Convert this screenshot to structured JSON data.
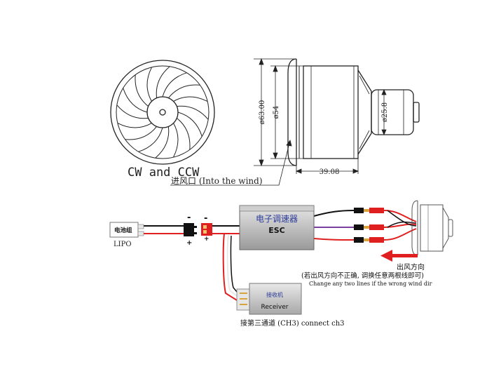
{
  "drawing": {
    "caption_rotation": "CW and CCW",
    "caption_inlet": "进风口 (Into the wind)",
    "dimensions": {
      "outer_diameter": "ø63.00",
      "inner_diameter": "ø54",
      "motor_diameter": "ø25.8",
      "length": "39.08"
    }
  },
  "wiring": {
    "battery_label": "电池组",
    "battery_caption": "LIPO",
    "esc_title": "电子调速器",
    "esc_subtitle": "ESC",
    "receiver_title": "接收机",
    "receiver_subtitle": "Receiver",
    "receiver_caption": "接第三通道 (CH3) connect ch3",
    "polarity_minus": "-",
    "polarity_plus": "+",
    "wind_direction_label": "出风方向",
    "note_cn": "(若出风方向不正确, 调换任意两根线即可)",
    "note_en": "Change any two lines if the wrong wind dir",
    "colors": {
      "red": "#e02020",
      "black": "#111111",
      "purple": "#7a3fa0",
      "white": "#ffffff"
    }
  }
}
